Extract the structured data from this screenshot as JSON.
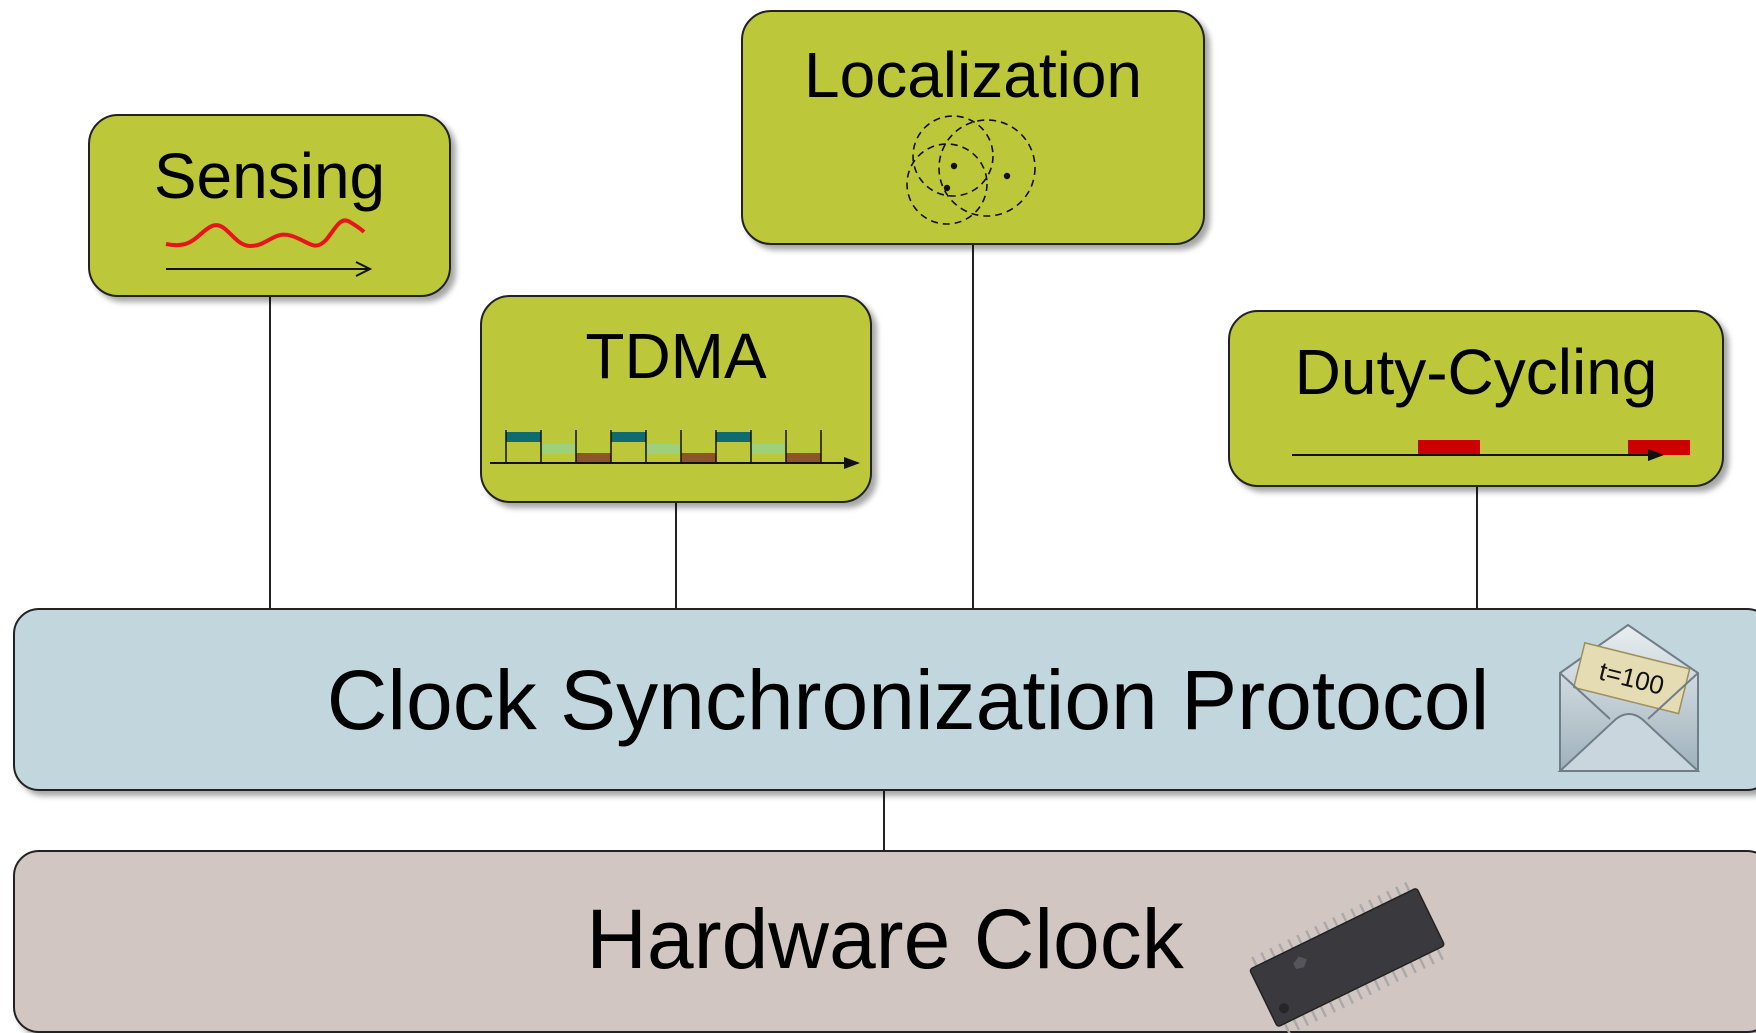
{
  "boxes": {
    "sensing": {
      "label": "Sensing"
    },
    "tdma": {
      "label": "TDMA"
    },
    "localization": {
      "label": "Localization"
    },
    "duty_cycling": {
      "label": "Duty-Cycling"
    },
    "sync_protocol": {
      "label": "Clock Synchronization Protocol"
    },
    "hardware_clock": {
      "label": "Hardware Clock"
    }
  },
  "envelope_note": {
    "label": "t=100"
  },
  "colors": {
    "application_box": "#bcc73a",
    "sync_layer": "#c2d6dd",
    "hardware_layer": "#d2c6c3",
    "signal": "#e8141c",
    "active_slot": "#cc0000",
    "tdma_slot_top": "#0f6b70",
    "tdma_slot_light": "#9fcf7a",
    "tdma_slot_brown": "#8a5628"
  },
  "icons": [
    "sensing-signal-icon",
    "tdma-timeline-icon",
    "localization-circles-icon",
    "duty-cycle-timeline-icon",
    "envelope-icon",
    "chip-icon"
  ]
}
